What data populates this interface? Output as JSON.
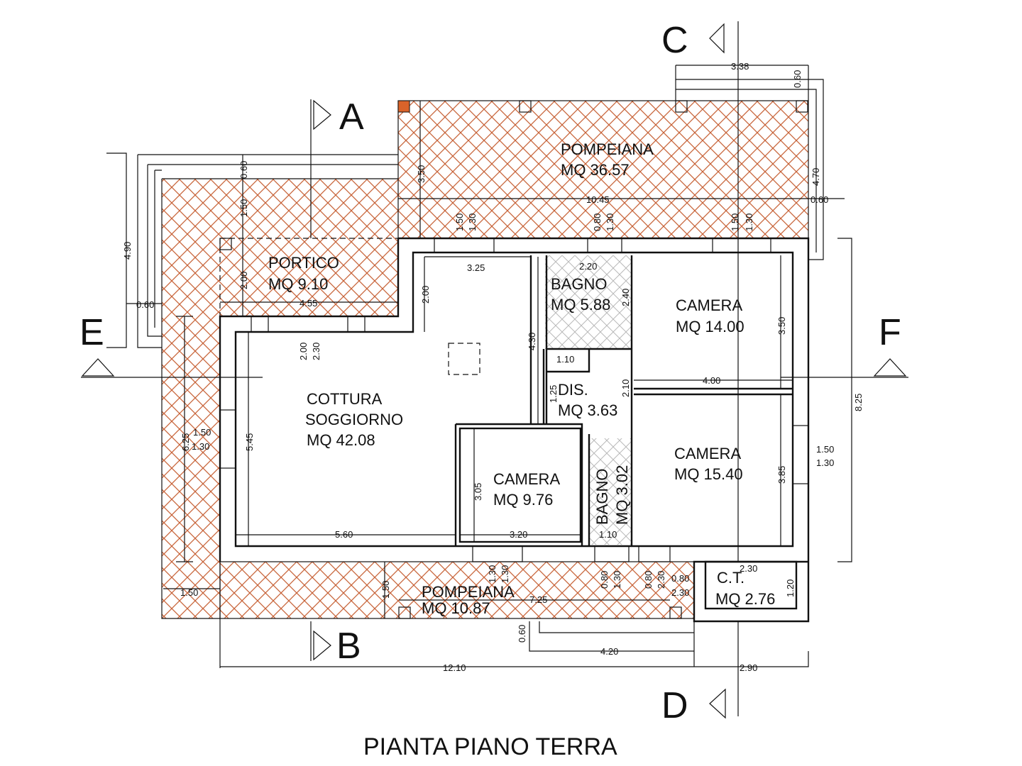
{
  "colors": {
    "hatch": "#c8643a",
    "hatch_light": "#b9b9b9",
    "pillar_accent": "#d9632a",
    "ink": "#111111"
  },
  "title": "PIANTA PIANO TERRA",
  "sections": {
    "a": "A",
    "b": "B",
    "c": "C",
    "d": "D",
    "e": "E",
    "f": "F"
  },
  "rooms": {
    "pompeiana_top": {
      "name": "POMPEIANA",
      "area": "MQ 36.57"
    },
    "portico": {
      "name": "PORTICO",
      "area": "MQ 9.10"
    },
    "bagno1": {
      "name": "BAGNO",
      "area": "MQ 5.88"
    },
    "camera1": {
      "name": "CAMERA",
      "area": "MQ 14.00"
    },
    "cottura": {
      "name1": "COTTURA",
      "name2": "SOGGIORNO",
      "area": "MQ 42.08"
    },
    "dis": {
      "name": "DIS.",
      "area": "MQ 3.63"
    },
    "camera2": {
      "name": "CAMERA",
      "area": "MQ 15.40"
    },
    "camera3": {
      "name": "CAMERA",
      "area": "MQ 9.76"
    },
    "bagno2": {
      "name": "BAGNO",
      "area": "MQ 3.02"
    },
    "ct": {
      "name": "C.T.",
      "area": "MQ 2.76"
    },
    "pompeiana_bottom": {
      "name": "POMPEIANA",
      "area": "MQ 10.87"
    }
  },
  "dims": {
    "d338": "3.38",
    "d060a": "0.60",
    "d470": "4.70",
    "d060b": "0.60",
    "d1045": "10.45",
    "d350a": "3.50",
    "d060c": "0.60",
    "d150a": "1.50",
    "d490": "4.90",
    "d060d": "0.60",
    "d150w1": "1.50",
    "d130w1": "1.30",
    "d080w2": "0.80",
    "d130w2": "1.30",
    "d150w3": "1.50",
    "d130w3": "1.30",
    "d200a": "2.00",
    "d455": "4.55",
    "d325": "3.25",
    "d200b": "2.00",
    "d430": "4.30",
    "d220a": "2.20",
    "d240": "2.40",
    "d110a": "1.10",
    "d350b": "3.50",
    "d400": "4.00",
    "d825": "8.25",
    "d200c": "2.00",
    "d230a": "2.30",
    "d210": "2.10",
    "d125": "1.25",
    "d625": "6.25",
    "d150w4": "1.50",
    "d130w4": "1.30",
    "d545": "5.45",
    "d305": "3.05",
    "d320": "3.20",
    "d560": "5.60",
    "d110b": "1.10",
    "d385": "3.85",
    "d150w5": "1.50",
    "d130w5": "1.30",
    "d150b": "1.50",
    "d150c": "1.50",
    "d130a": "1.30",
    "d130b": "1.30",
    "d080b": "0.80",
    "d130c": "1.30",
    "d080c": "0.80",
    "d230b": "2.30",
    "d080d": "0.80",
    "d230c": "2.30",
    "d230d": "2.30",
    "d120": "1.20",
    "d725": "7.25",
    "d060e": "0.60",
    "d420": "4.20",
    "d1210": "12.10",
    "d290": "2.90"
  }
}
